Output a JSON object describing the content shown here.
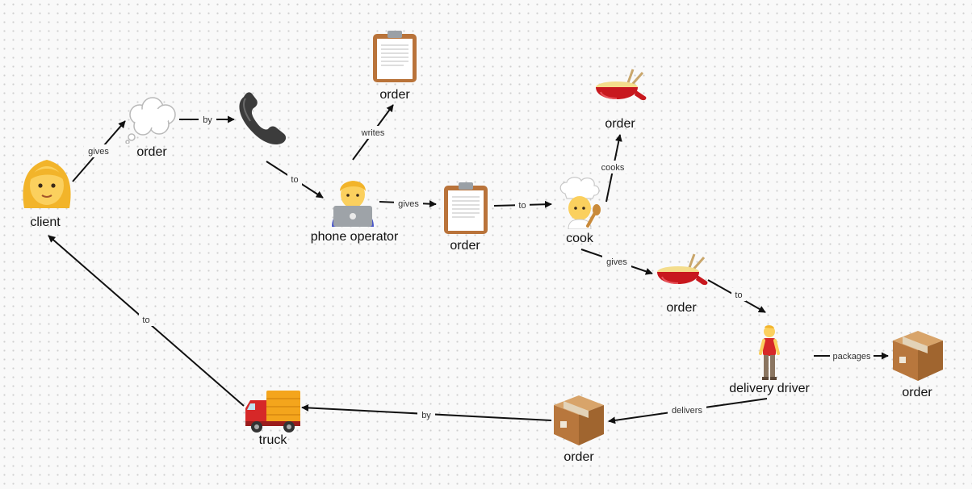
{
  "nodes": {
    "client": {
      "label": "client",
      "icon": "woman-face-icon"
    },
    "thought": {
      "label": "order",
      "icon": "thought-bubble-icon"
    },
    "phone": {
      "label": "",
      "icon": "telephone-receiver-icon"
    },
    "operator": {
      "label": "phone operator",
      "icon": "technologist-laptop-icon"
    },
    "clip_top": {
      "label": "order",
      "icon": "clipboard-icon"
    },
    "clip_mid": {
      "label": "order",
      "icon": "clipboard-icon"
    },
    "cook": {
      "label": "cook",
      "icon": "cook-icon"
    },
    "pot_top": {
      "label": "order",
      "icon": "fondue-pot-icon"
    },
    "pot_mid": {
      "label": "order",
      "icon": "fondue-pot-icon"
    },
    "driver": {
      "label": "delivery driver",
      "icon": "person-standing-icon"
    },
    "box_right": {
      "label": "order",
      "icon": "package-icon"
    },
    "box_bottom": {
      "label": "order",
      "icon": "package-icon"
    },
    "truck": {
      "label": "truck",
      "icon": "delivery-truck-icon"
    }
  },
  "edges": {
    "client_thought": "gives",
    "thought_phone": "by",
    "phone_operator": "to",
    "operator_cliptop": "writes",
    "operator_clipmid": "gives",
    "clipmid_cook": "to",
    "cook_pottop": "cooks",
    "cook_potmid": "gives",
    "potmid_driver": "to",
    "driver_boxright": "packages",
    "driver_boxbottom": "delivers",
    "boxbottom_truck": "by",
    "truck_client": "to"
  },
  "colors": {
    "arrow": "#111111",
    "background": "#f9f9f9",
    "grid_dot": "#cfcfcf"
  }
}
